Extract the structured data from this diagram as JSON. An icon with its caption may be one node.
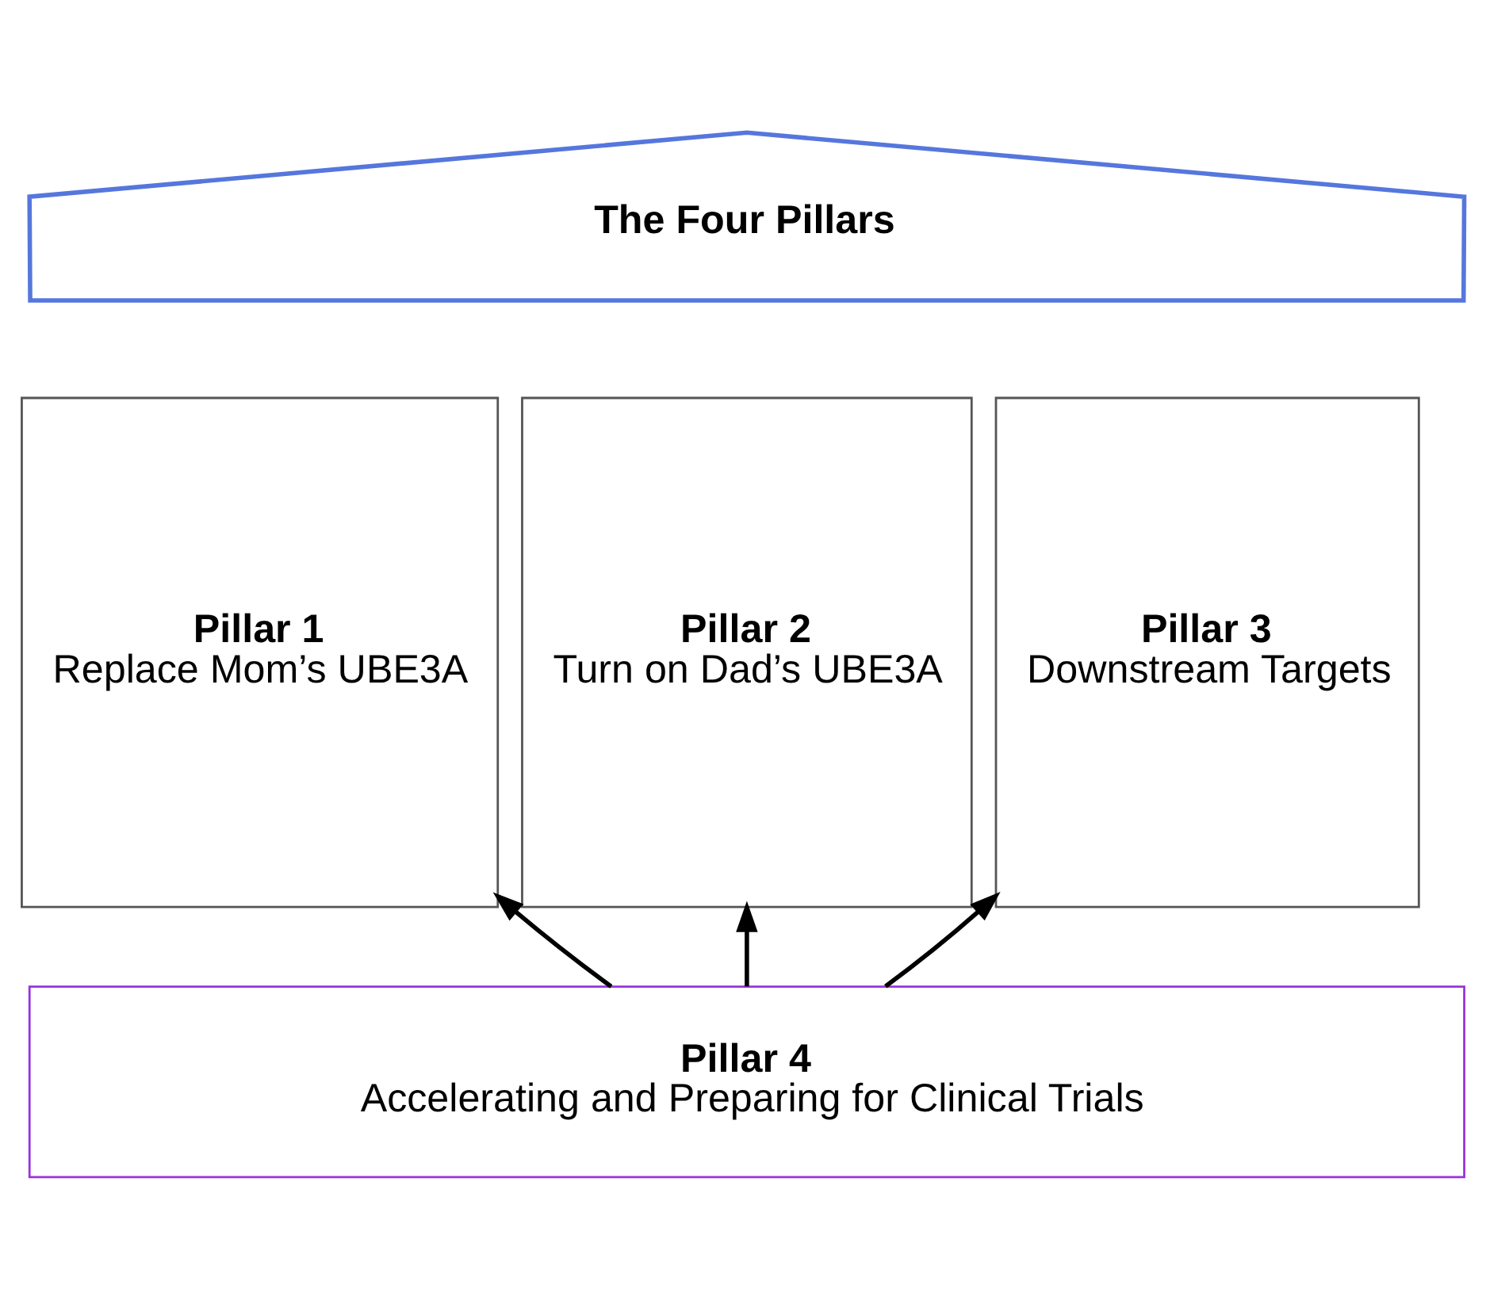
{
  "diagram": {
    "nodes": [
      {
        "text": [
          "The Four Pillars"
        ]
      },
      {
        "text": [
          "Pillar 1",
          "Replace Mom’s UBE3A"
        ]
      },
      {
        "text": [
          "Pillar 2",
          "Turn on Dad’s UBE3A"
        ]
      },
      {
        "text": [
          "Pillar 3",
          "Downstream Targets"
        ]
      },
      {
        "text": [
          "Pillar 4",
          "Accelerating and Preparing for Clinical Trials"
        ]
      }
    ],
    "edges": [
      {
        "from": 4,
        "to": 1,
        "arrow": "to"
      },
      {
        "from": 4,
        "to": 2,
        "arrow": "to"
      },
      {
        "from": 4,
        "to": 3,
        "arrow": "to"
      }
    ]
  }
}
